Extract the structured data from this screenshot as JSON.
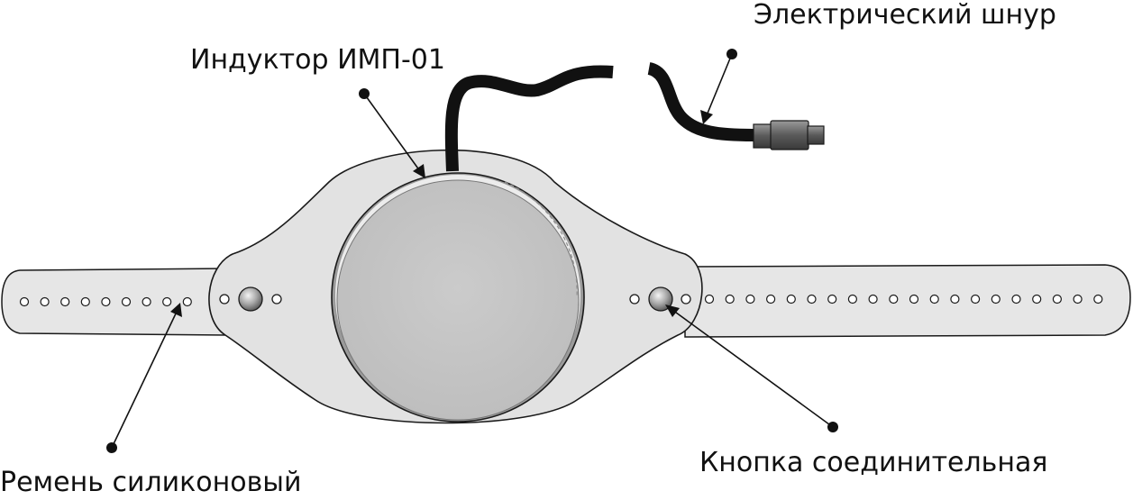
{
  "diagram": {
    "labels": {
      "cable": "Электрический шнур",
      "inductor": "Индуктор ИМП-01",
      "button": "Кнопка соединительная",
      "strap": "Ремень силиконовый"
    },
    "parts": [
      "strap",
      "housing",
      "inductor-disc",
      "cable",
      "connector",
      "snap-button"
    ],
    "colors": {
      "strap_fill": "#e6e6e6",
      "housing_fill": "#e2e2e2",
      "disc_fill": "#c4c4c4",
      "cable": "#111111",
      "connector": "#6f6f6f",
      "outline": "#1a1a1a"
    }
  }
}
